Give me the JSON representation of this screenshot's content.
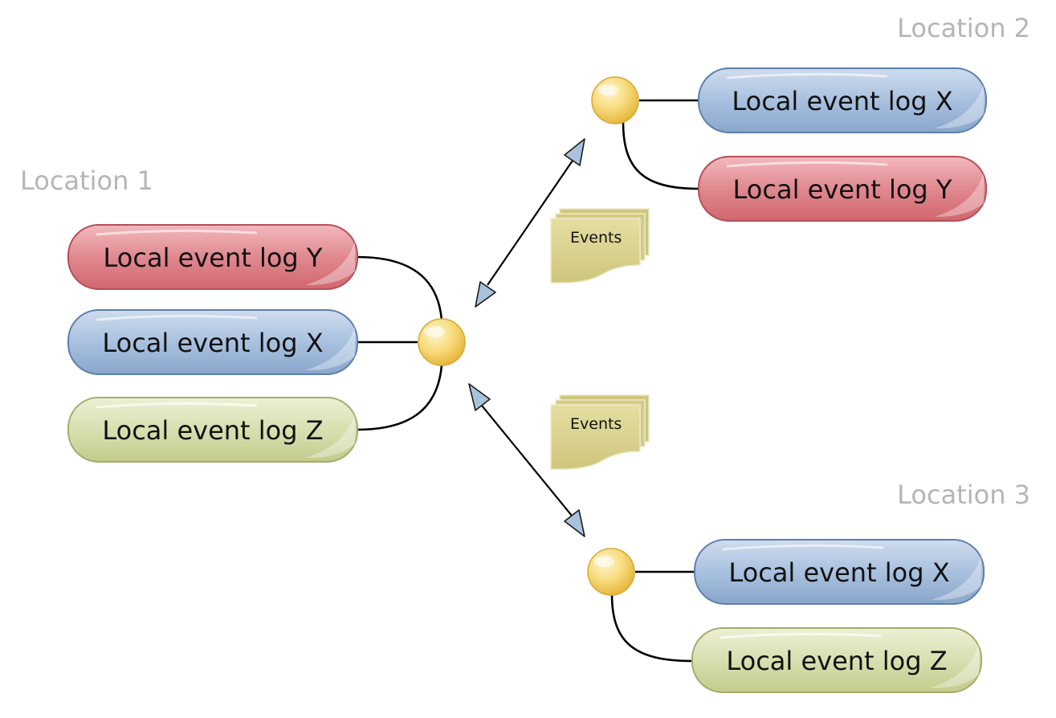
{
  "locations": {
    "loc1": {
      "label": "Location 1",
      "logs": [
        {
          "text": "Local event log Y",
          "color": "red"
        },
        {
          "text": "Local event log X",
          "color": "blue"
        },
        {
          "text": "Local event log Z",
          "color": "green"
        }
      ]
    },
    "loc2": {
      "label": "Location 2",
      "logs": [
        {
          "text": "Local event log X",
          "color": "blue"
        },
        {
          "text": "Local event log Y",
          "color": "red"
        }
      ]
    },
    "loc3": {
      "label": "Location 3",
      "logs": [
        {
          "text": "Local event log X",
          "color": "blue"
        },
        {
          "text": "Local event log Z",
          "color": "green"
        }
      ]
    }
  },
  "messages": [
    {
      "text": "Events"
    },
    {
      "text": "Events"
    }
  ],
  "colors": {
    "red": "#e0898f",
    "blue": "#a9c1df",
    "green": "#d8dfb0",
    "node": "#f5d46a",
    "document": "#d9d38e",
    "arrow": "#a9c3dd",
    "location_label": "#b5b5b5"
  }
}
